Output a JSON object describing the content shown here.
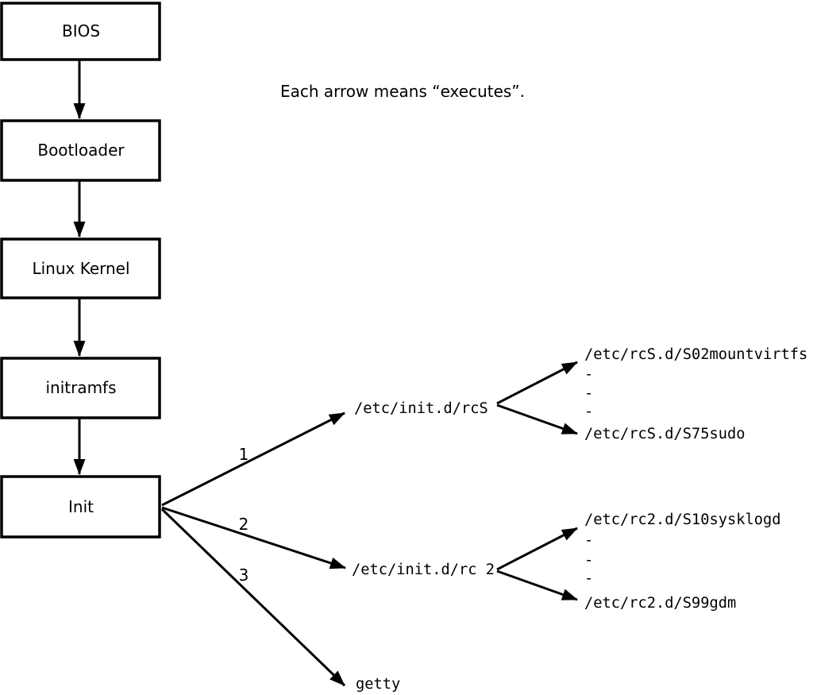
{
  "diagram": {
    "note": "Each arrow means “executes”.",
    "chain": [
      {
        "label": "BIOS"
      },
      {
        "label": "Bootloader"
      },
      {
        "label": "Linux Kernel"
      },
      {
        "label": "initramfs"
      },
      {
        "label": "Init"
      }
    ],
    "arrow_meaning": "executes",
    "init_branches": [
      {
        "number": "1",
        "target": "/etc/init.d/rcS",
        "scripts": {
          "first": "/etc/rcS.d/S02mountvirtfs",
          "ellipsis": [
            "-",
            "-",
            "-"
          ],
          "last": "/etc/rcS.d/S75sudo"
        }
      },
      {
        "number": "2",
        "target": "/etc/init.d/rc 2",
        "scripts": {
          "first": "/etc/rc2.d/S10sysklogd",
          "ellipsis": [
            "-",
            "-",
            "-"
          ],
          "last": "/etc/rc2.d/S99gdm"
        }
      },
      {
        "number": "3",
        "target": "getty"
      }
    ],
    "colors": {
      "line": "#000000",
      "background": "#ffffff"
    }
  }
}
